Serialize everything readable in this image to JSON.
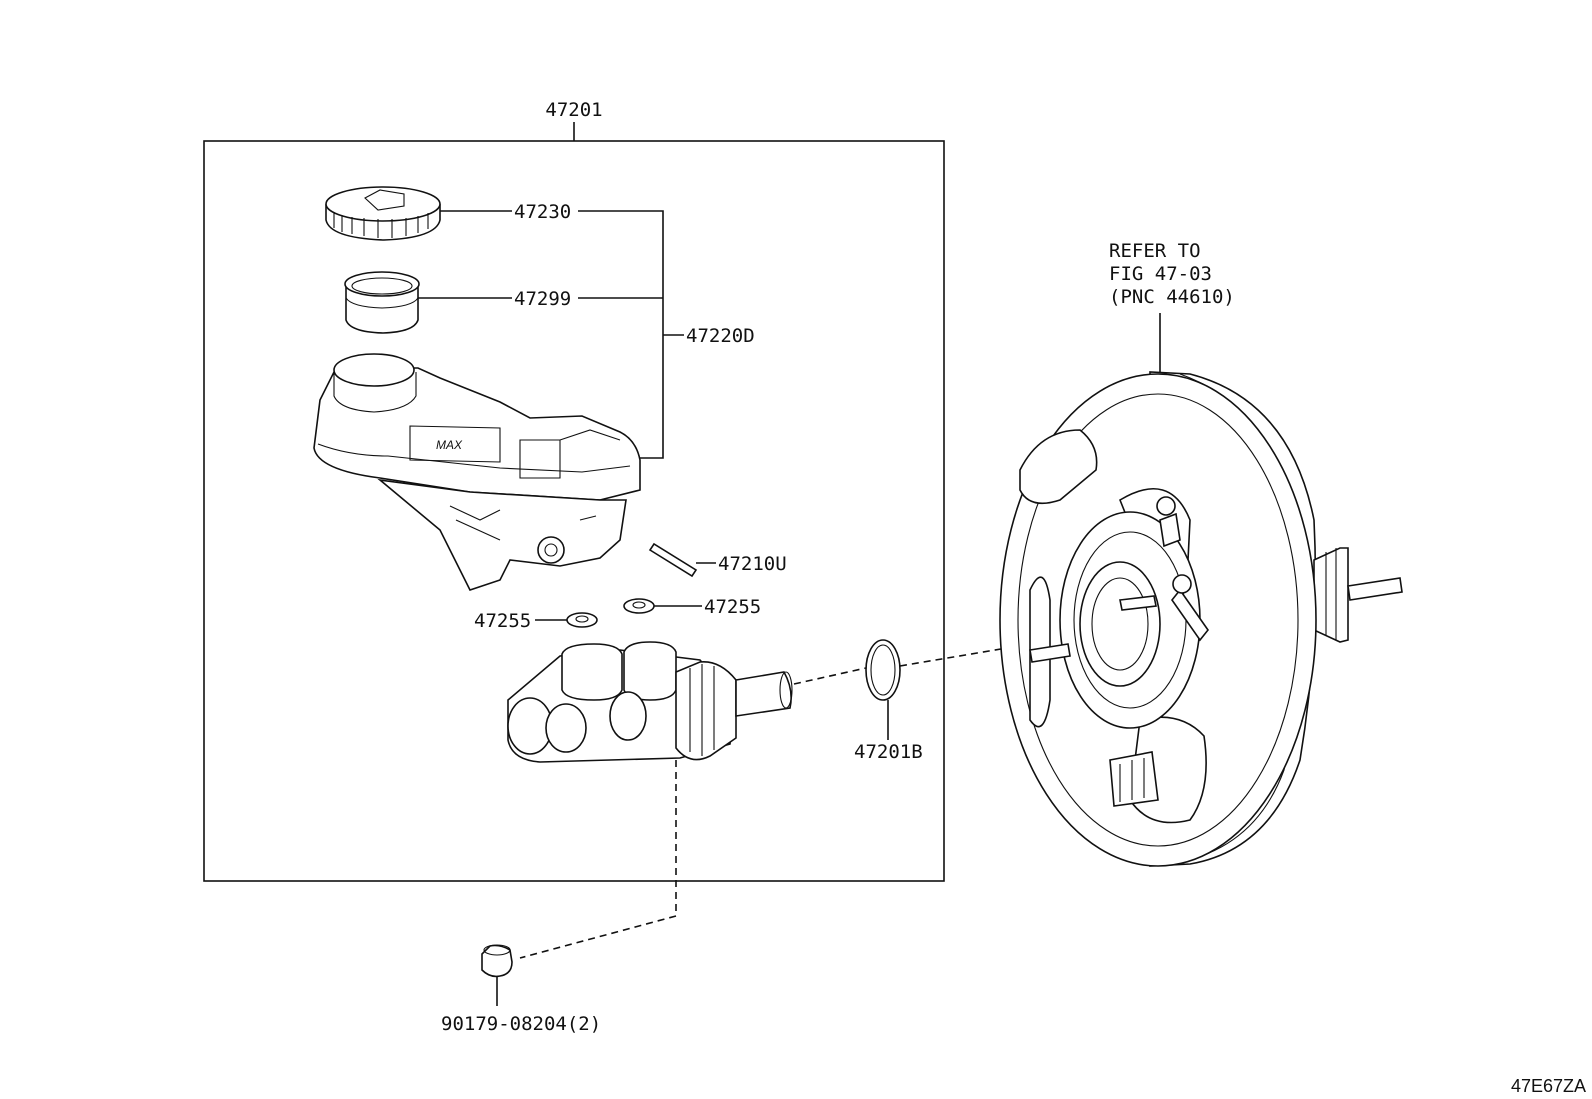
{
  "assembly_label": "47201",
  "labels": {
    "cap": "47230",
    "strainer": "47299",
    "reservoir_sub": "47220D",
    "pin": "47210U",
    "grommet_left": "47255",
    "grommet_right": "47255",
    "o_ring": "47201B",
    "plug": "90179-08204(2)"
  },
  "refer_note": {
    "line1": "REFER TO",
    "line2": "FIG 47-03",
    "line3": "(PNC 44610)"
  },
  "figure_code": "47E67ZA",
  "reservoir_marking": "MAX",
  "colors": {
    "line": "#111111",
    "background": "#ffffff"
  }
}
